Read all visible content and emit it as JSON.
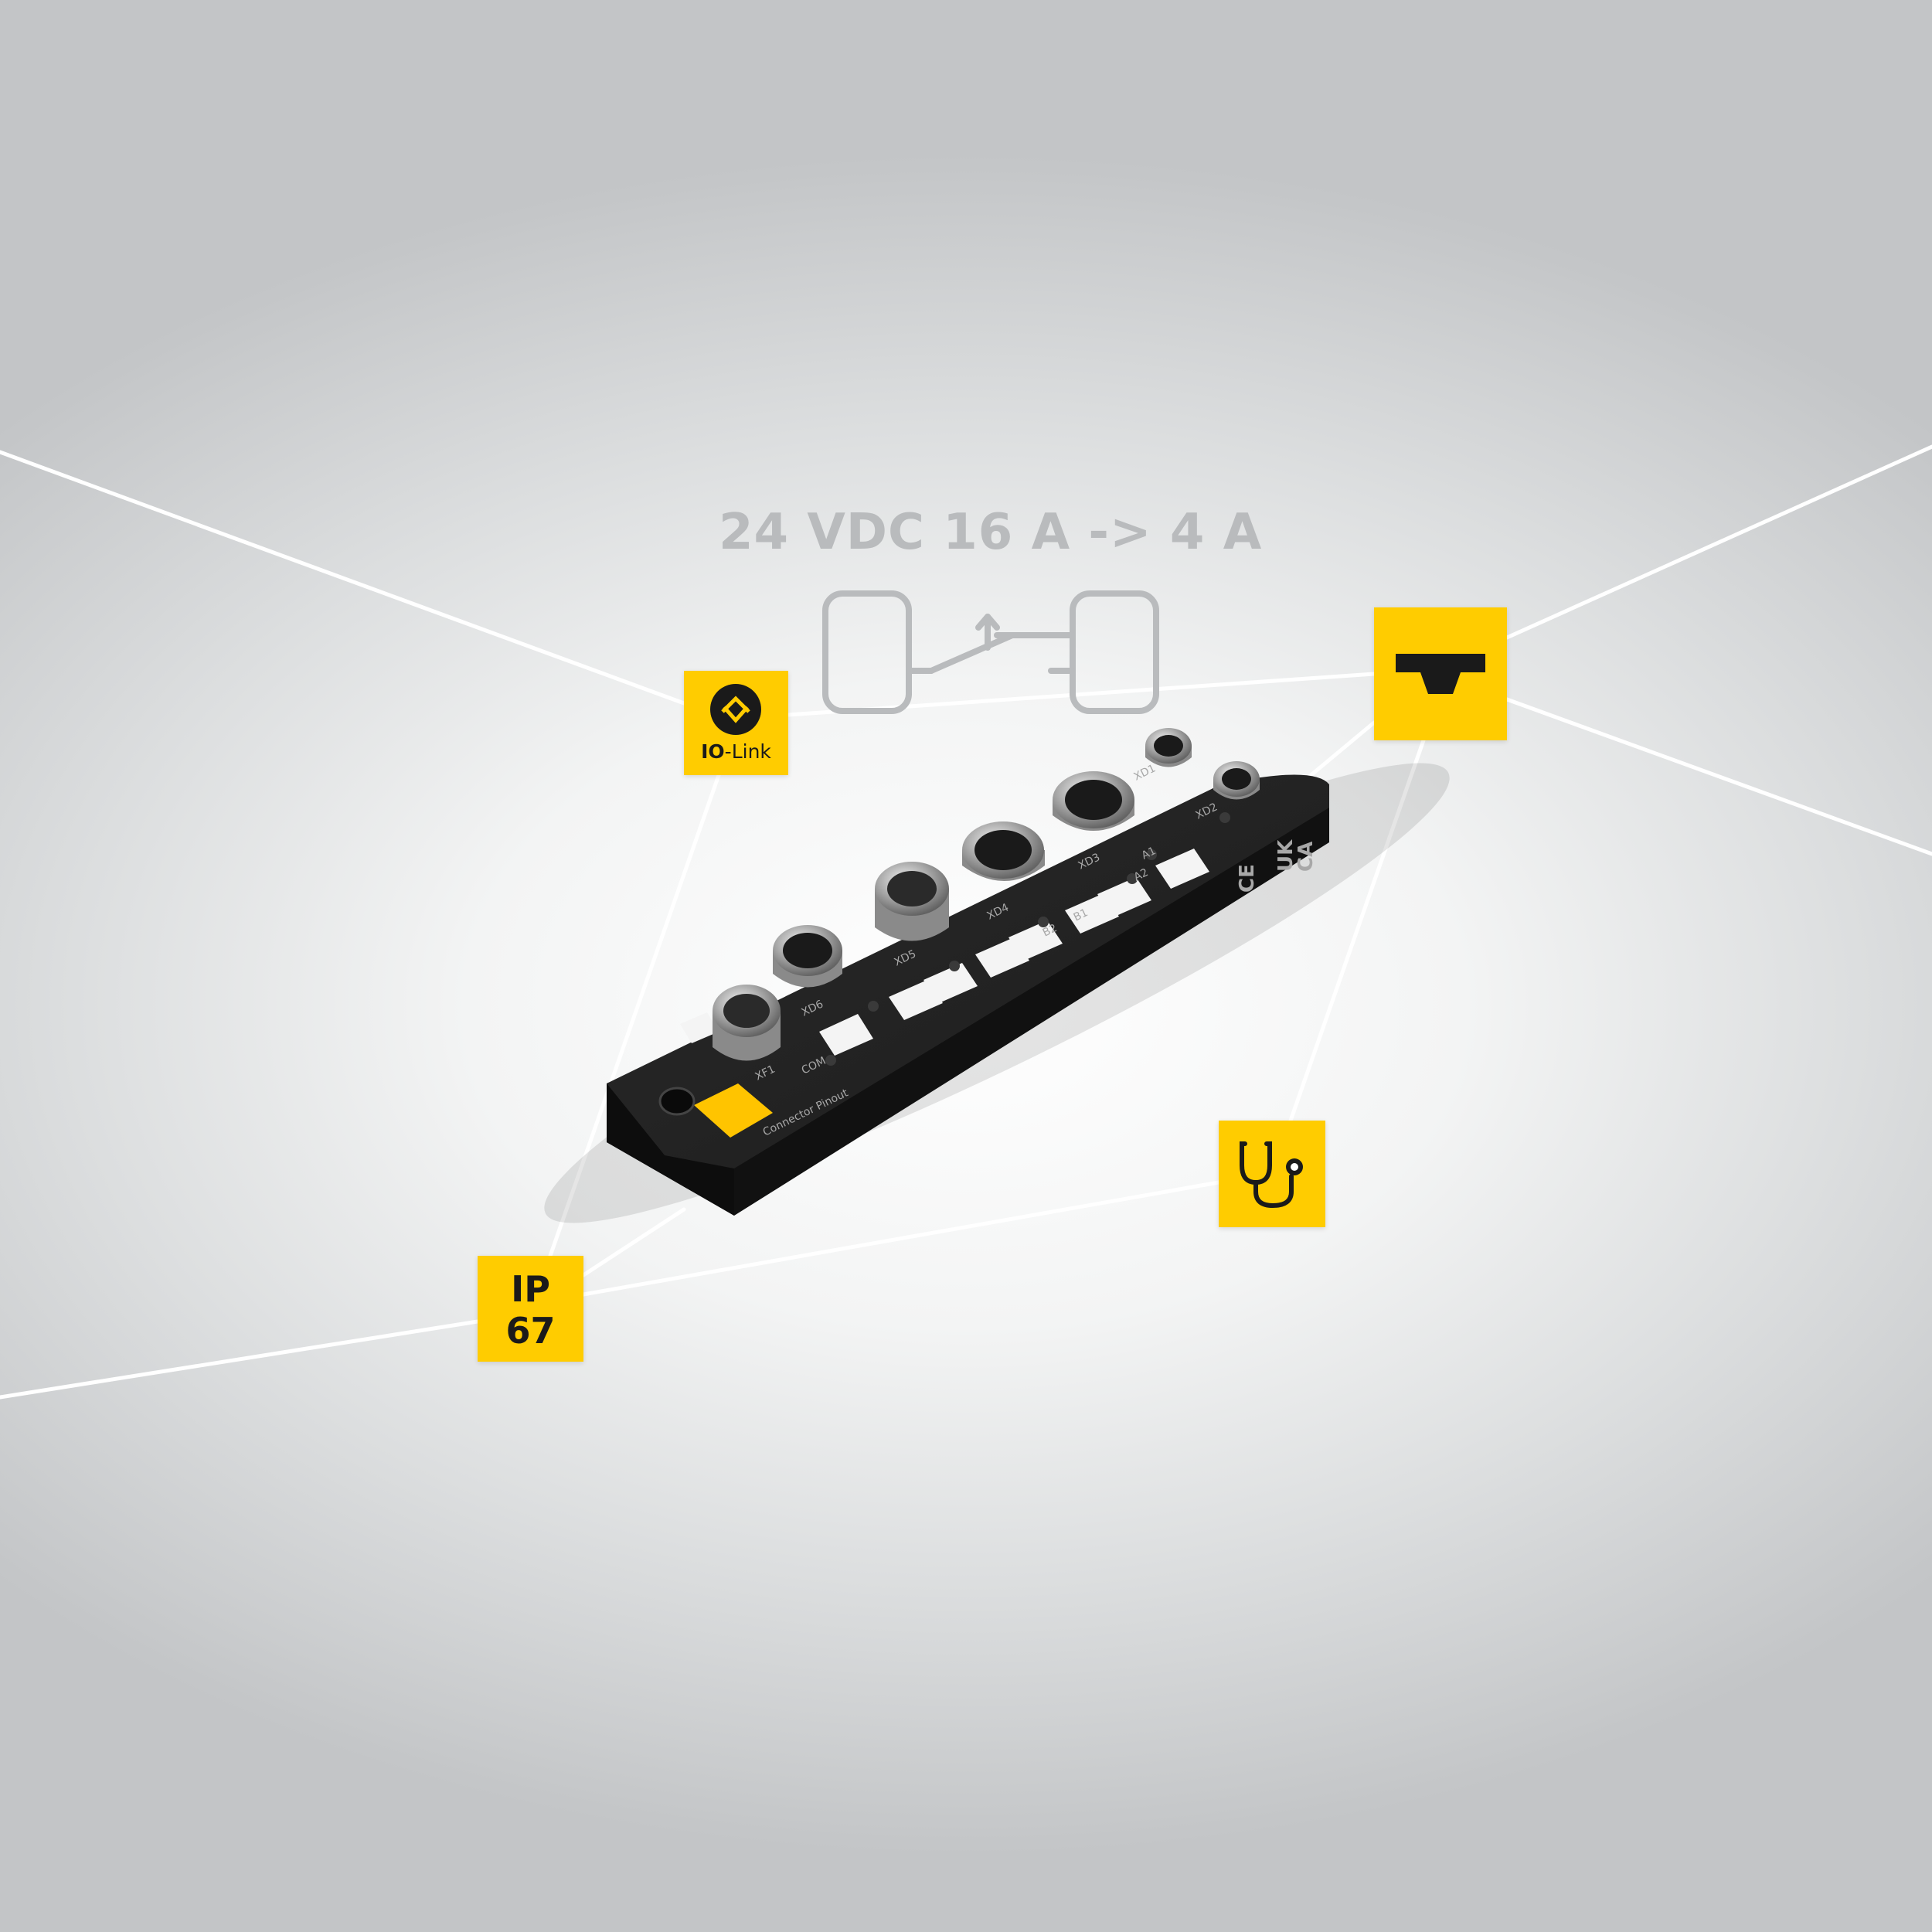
{
  "headline": "24 VDC 16 A -> 4 A",
  "badges": {
    "io_link": {
      "icon": "io-link-logo-icon",
      "label_bold": "IO",
      "label_rest": "-Link"
    },
    "brand": {
      "icon": "turck-t-logo-icon"
    },
    "diagnostics": {
      "icon": "stethoscope-icon"
    },
    "protection": {
      "line1": "IP",
      "line2": "67"
    }
  },
  "device": {
    "port_labels": [
      "XD1",
      "XD2",
      "XD3",
      "XD4",
      "XD5",
      "XD6",
      "XF1"
    ],
    "channel_labels": [
      "A1",
      "A2",
      "B1",
      "B2"
    ],
    "com_label": "COM",
    "pinout_label": "Connector Pinout",
    "cert_marks": [
      "CE",
      "UK",
      "CA"
    ]
  },
  "colors": {
    "badge_yellow": "#ffcc00",
    "housing_black": "#1b1b1b",
    "line_white": "#ffffff",
    "headline_gray": "#b9bbbd"
  }
}
